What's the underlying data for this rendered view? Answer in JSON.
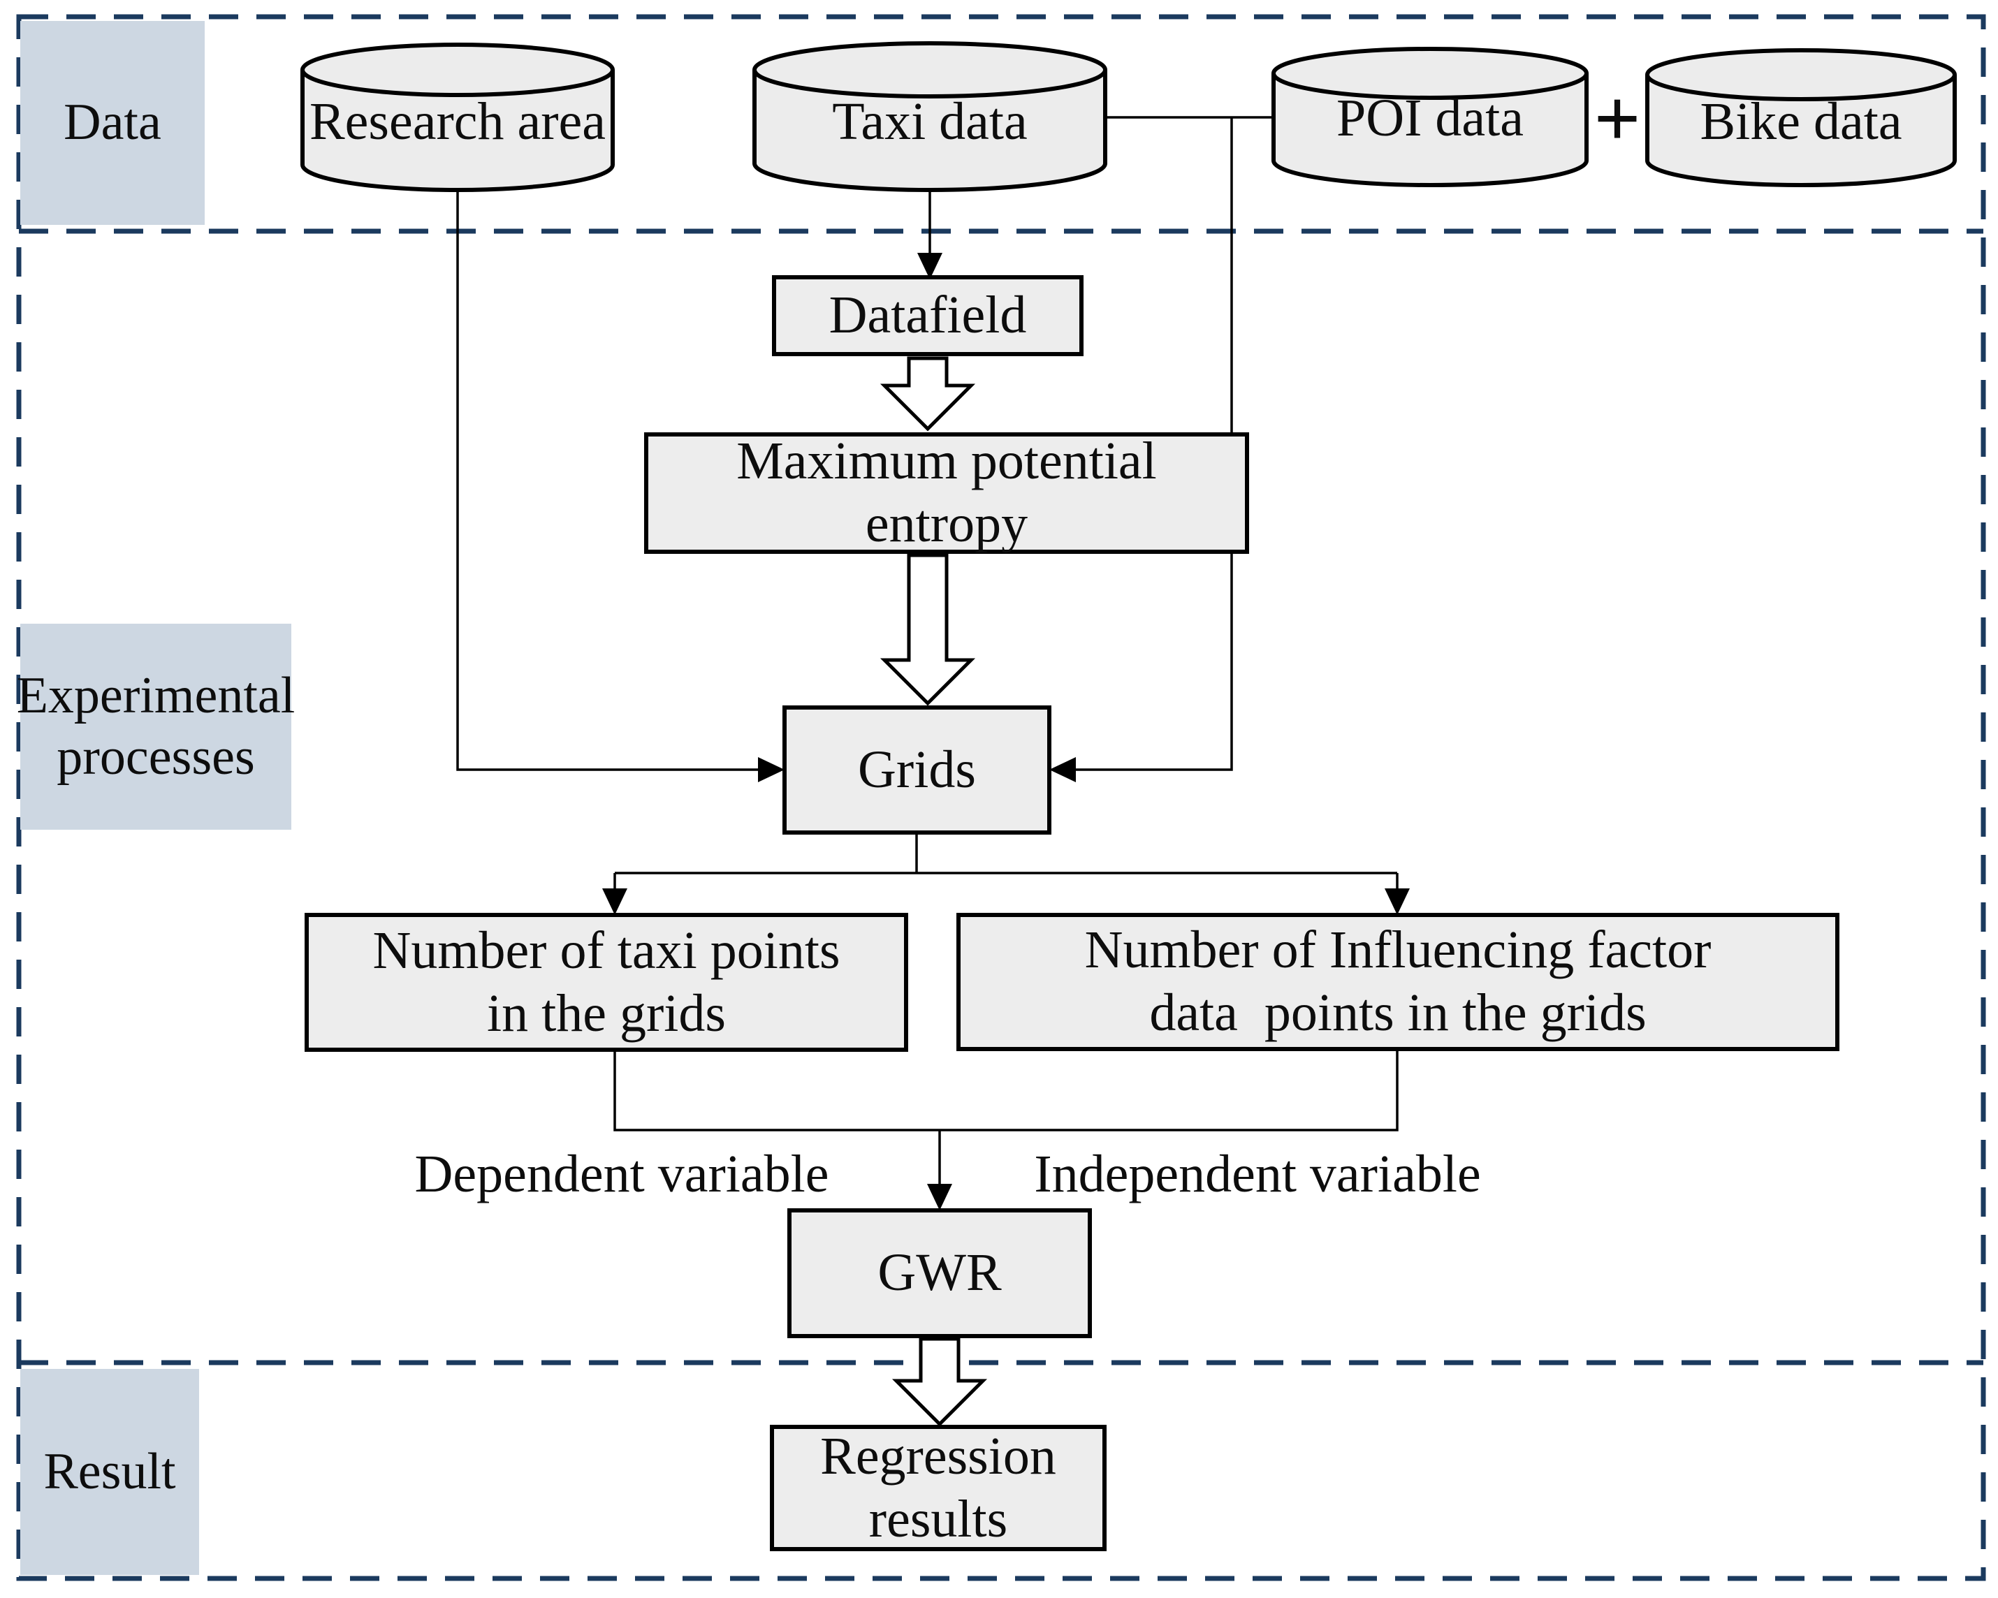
{
  "diagram": {
    "sections": {
      "data": {
        "label": "Data"
      },
      "experimental": {
        "line1": "Experimental",
        "line2": "processes"
      },
      "result": {
        "label": "Result"
      }
    },
    "datastores": {
      "research_area": "Research area",
      "taxi_data": "Taxi data",
      "poi_data": "POI data",
      "plus": "+",
      "bike_data": "Bike data"
    },
    "nodes": {
      "datafield": "Datafield",
      "mpe_line1": "Maximum potential",
      "mpe_line2": "entropy",
      "grids": "Grids",
      "taxi_points_line1": "Number of taxi points",
      "taxi_points_line2": "in the grids",
      "influencing_line1": "Number of Influencing factor",
      "influencing_line2": "data  points in the grids",
      "gwr": "GWR",
      "regression_line1": "Regression",
      "regression_line2": "results"
    },
    "edge_labels": {
      "dependent": "Dependent variable",
      "independent": "Independent variable"
    },
    "colors": {
      "dashed_border": "#1b3a5e",
      "section_label_bg": "#cdd7e2",
      "node_fill": "#ededed",
      "node_stroke": "#000000",
      "connector": "#000000",
      "text": "#0d0d0d",
      "background": "#ffffff"
    }
  }
}
